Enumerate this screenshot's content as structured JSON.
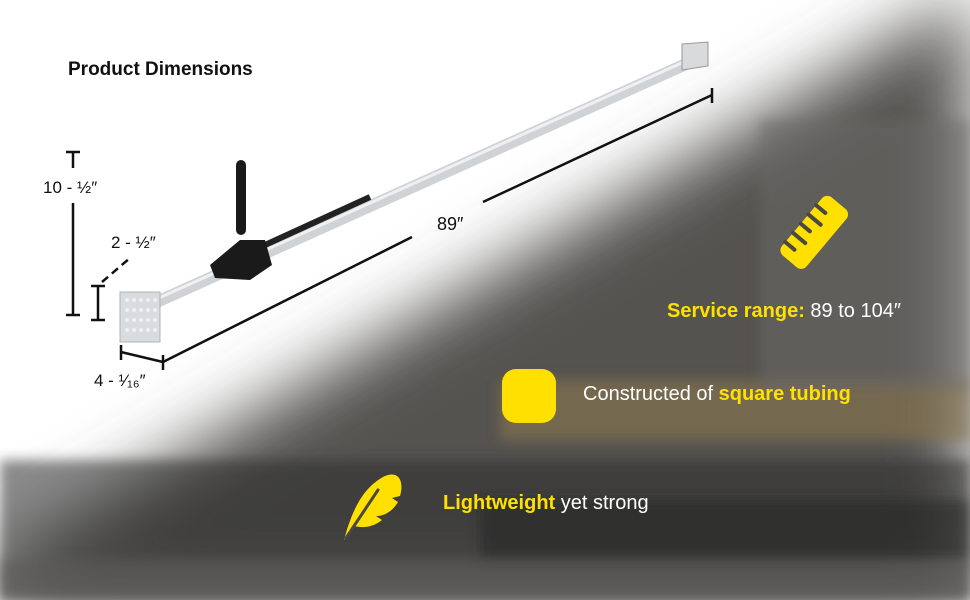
{
  "title": "Product Dimensions",
  "dimensions": {
    "height": "10 - ½″",
    "head_height": "2 - ½″",
    "head_width": "4 - ¹⁄₁₆″",
    "length": "89″"
  },
  "features": [
    {
      "icon": "ruler-icon",
      "highlight": "Service range:",
      "text": " 89 to 104″"
    },
    {
      "icon": "square-icon",
      "text": "Constructed of ",
      "highlight": "square tubing"
    },
    {
      "icon": "feather-icon",
      "highlight": "Lightweight",
      "text": " yet strong"
    }
  ],
  "colors": {
    "accent": "#ffe000",
    "background_dark": "#3a3a3a"
  }
}
